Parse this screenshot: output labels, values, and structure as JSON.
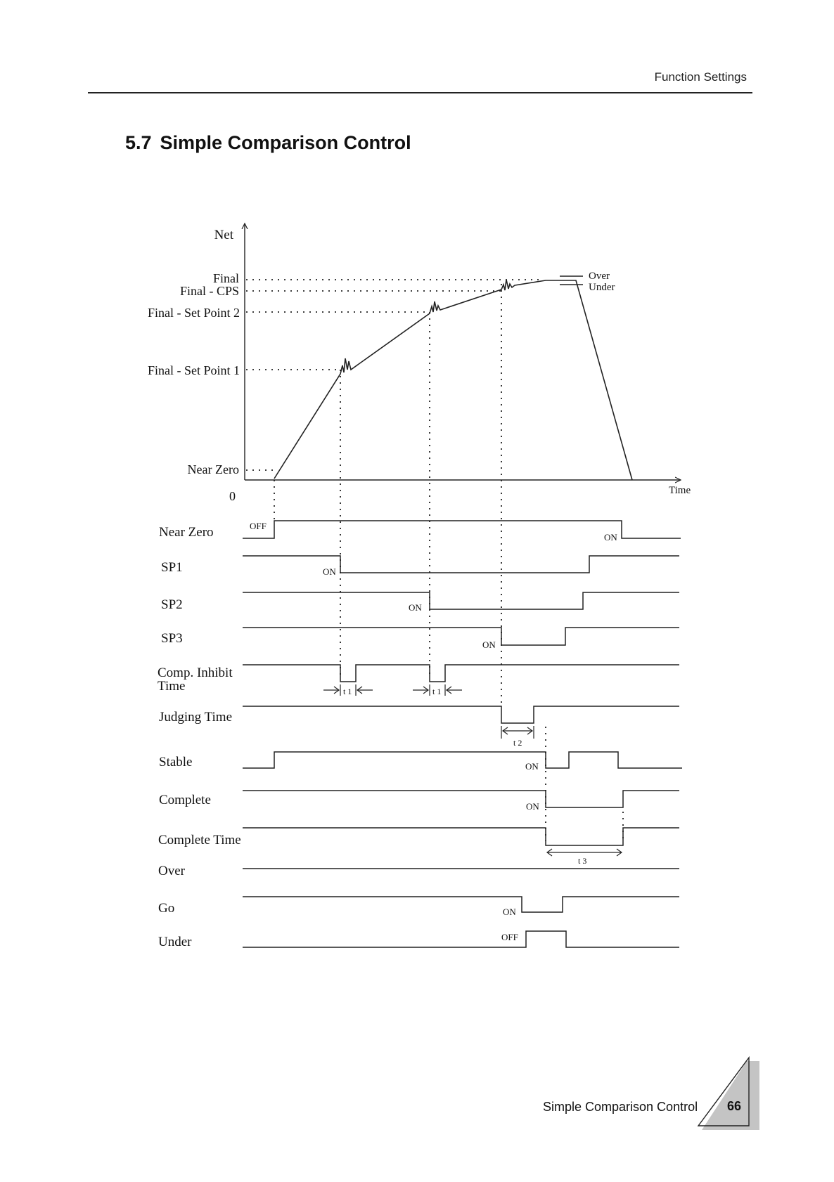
{
  "header": {
    "running_title": "Function Settings"
  },
  "section": {
    "number": "5.7",
    "title": "Simple Comparison Control"
  },
  "graph": {
    "y_axis_label": "Net",
    "x_axis_label": "Time",
    "origin_label": "0",
    "levels": {
      "final": "Final",
      "final_cps": "Final - CPS",
      "set_point_2": "Final - Set Point 2",
      "set_point_1": "Final - Set Point 1",
      "near_zero": "Near Zero"
    },
    "over_label": "Over",
    "under_label": "Under"
  },
  "signals": {
    "near_zero": "Near Zero",
    "sp1": "SP1",
    "sp2": "SP2",
    "sp3": "SP3",
    "comp_inhibit_line1": "Comp. Inhibit",
    "comp_inhibit_line2": "Time",
    "judging_time": "Judging Time",
    "stable": "Stable",
    "complete": "Complete",
    "complete_time": "Complete Time",
    "over": "Over",
    "go": "Go",
    "under": "Under"
  },
  "state_labels": {
    "on": "ON",
    "off": "OFF"
  },
  "time_labels": {
    "t1": "t 1",
    "t2": "t 2",
    "t3": "t 3"
  },
  "footer": {
    "label": "Simple Comparison Control",
    "page": "66"
  }
}
